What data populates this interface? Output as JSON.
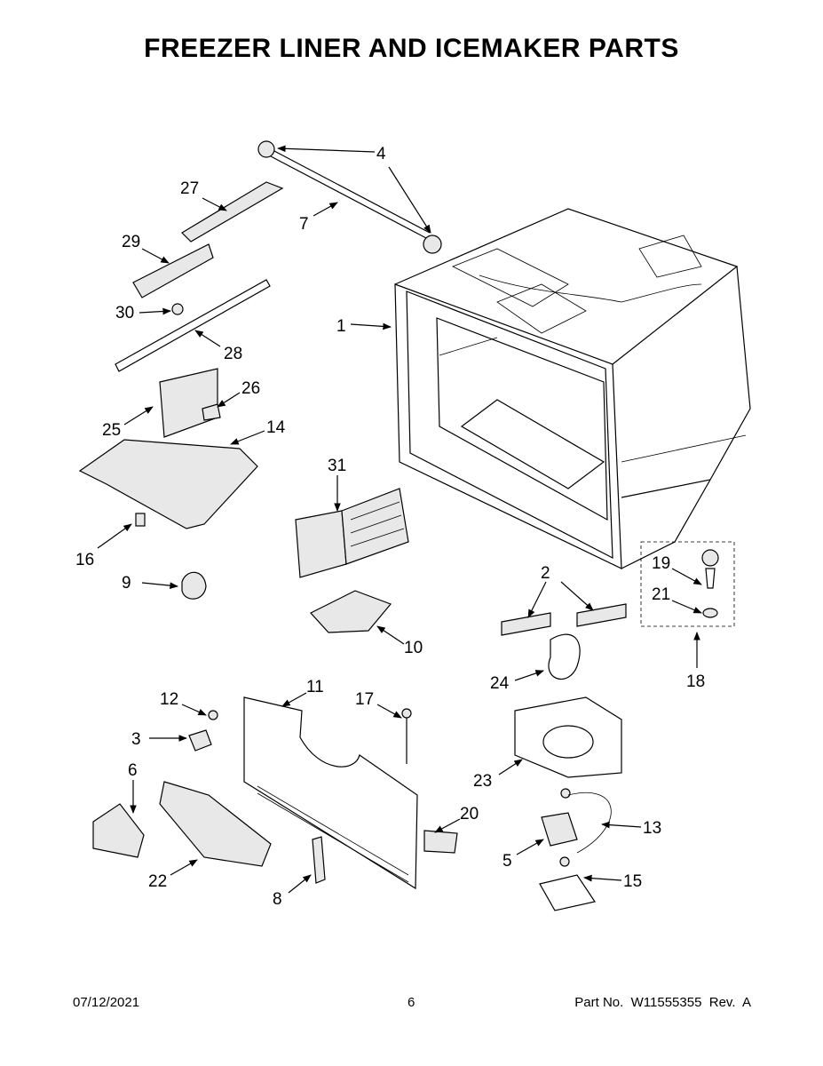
{
  "title": "FREEZER LINER AND ICEMAKER PARTS",
  "footer": {
    "date": "07/12/2021",
    "page": "6",
    "part_no": "Part No.  W11555355  Rev.  A"
  },
  "callouts": [
    "1",
    "2",
    "3",
    "4",
    "5",
    "6",
    "7",
    "8",
    "9",
    "10",
    "11",
    "12",
    "13",
    "14",
    "15",
    "16",
    "17",
    "18",
    "19",
    "20",
    "21",
    "22",
    "23",
    "24",
    "25",
    "26",
    "27",
    "28",
    "29",
    "30",
    "31"
  ]
}
